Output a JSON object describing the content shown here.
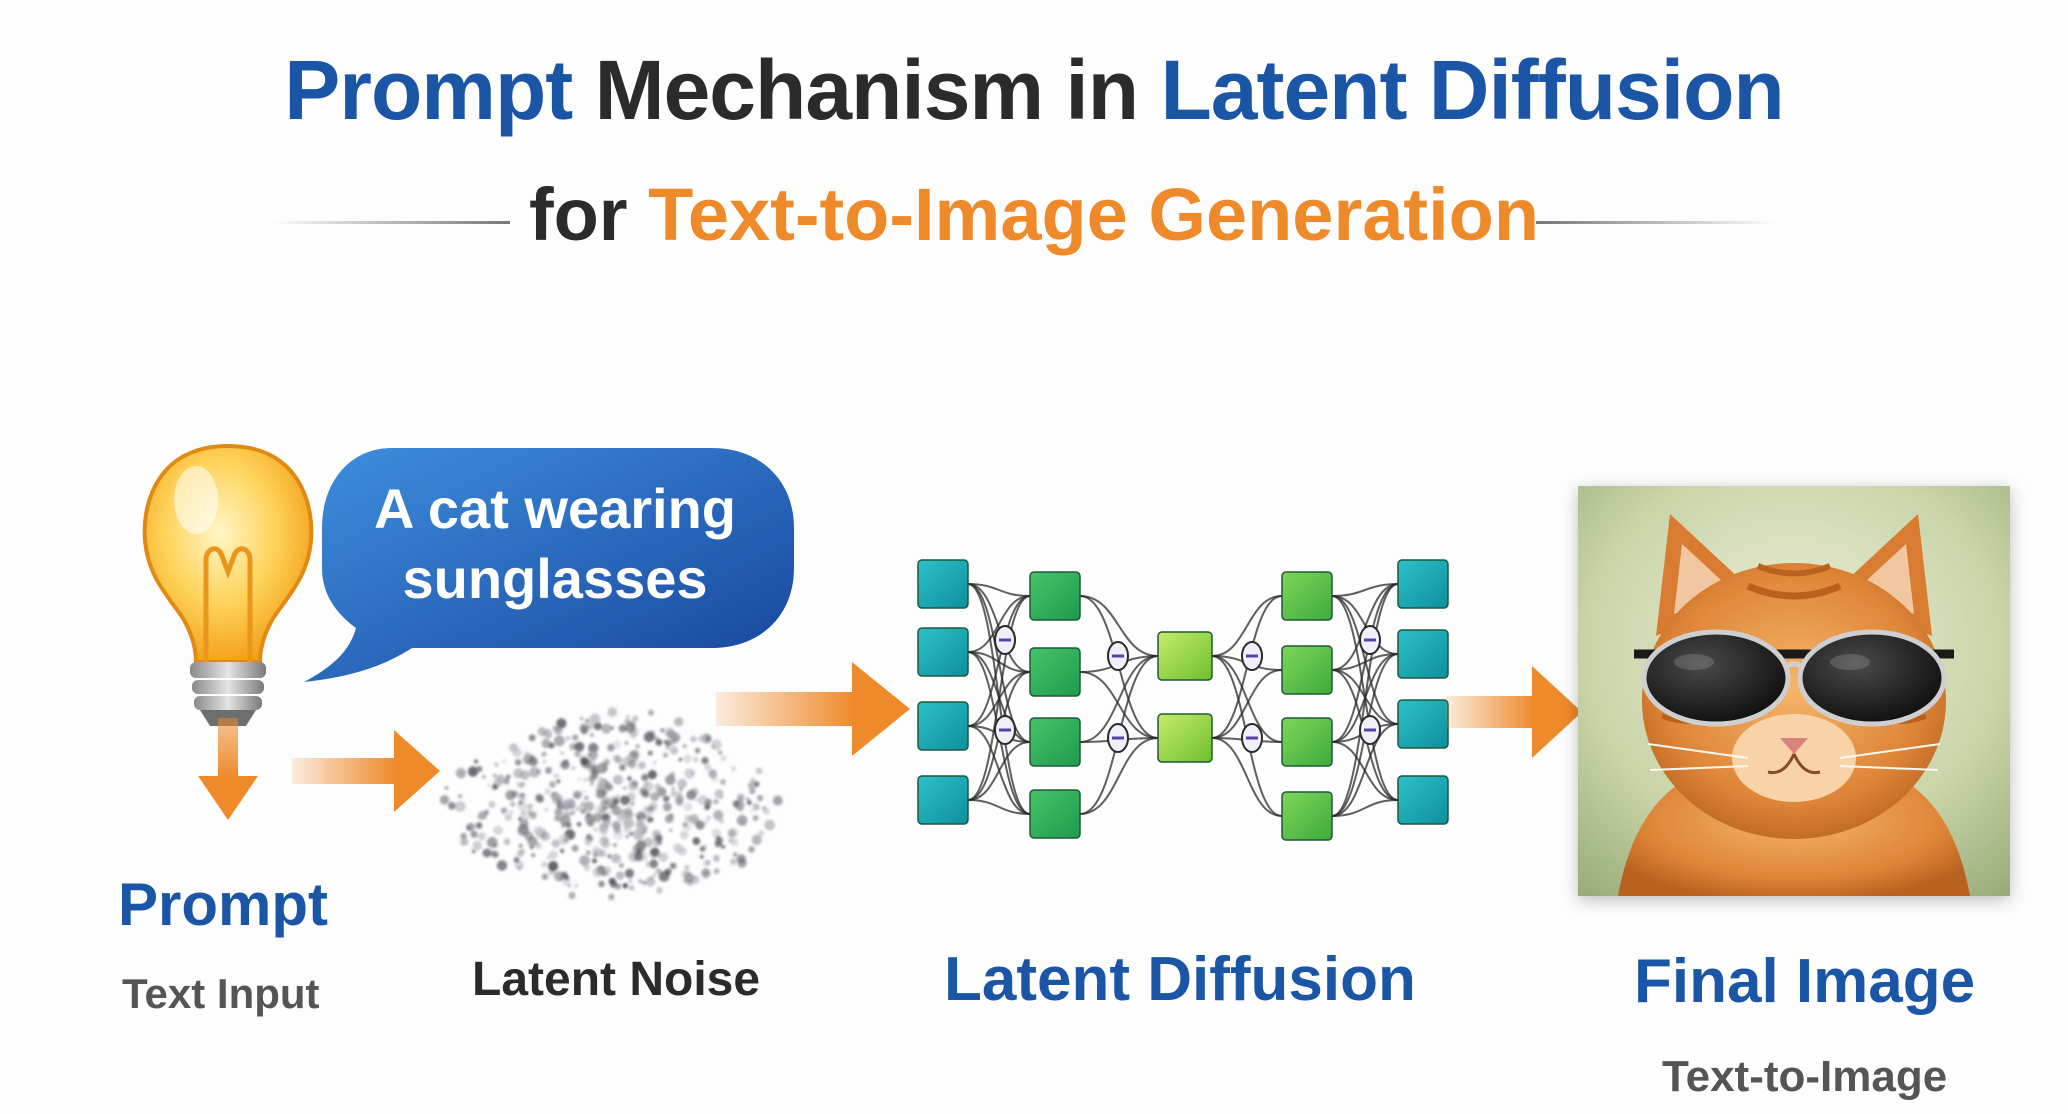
{
  "header": {
    "title_part1": "Prompt",
    "title_part2": "Mechanism in",
    "title_part3": "Latent Diffusion",
    "subtitle_part1": "for",
    "subtitle_part2": "Text-to-Image Generation"
  },
  "prompt": {
    "bubble_line1": "A cat wearing",
    "bubble_line2": "sunglasses",
    "label": "Prompt",
    "sublabel": "Text Input"
  },
  "noise": {
    "label": "Latent Noise"
  },
  "diffusion": {
    "label": "Latent Diffusion"
  },
  "output": {
    "label": "Final Image",
    "sublabel": "Text-to-Image"
  },
  "colors": {
    "title_blue": "#1b56a6",
    "accent_orange": "#ee8a2a",
    "text_dark": "#2b2b2b",
    "teal": "#17a2b0",
    "green": "#2fae5a",
    "lime": "#8fd14f"
  },
  "icons": [
    "lightbulb-icon",
    "speech-bubble",
    "noise-cloud",
    "unet-network",
    "cat-photo"
  ]
}
